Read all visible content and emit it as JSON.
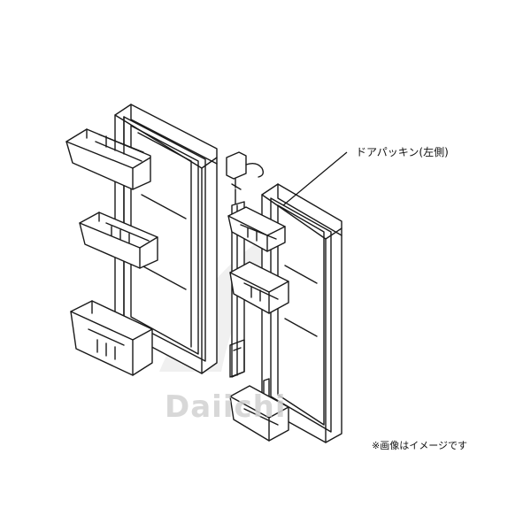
{
  "labels": {
    "callout": "ドアパッキン(左側)",
    "note": "※画像はイメージです",
    "watermark": "Daiichi"
  },
  "colors": {
    "line": "#1a1a1a",
    "callout_line": "#111111",
    "watermark": "#d2d2d2"
  }
}
